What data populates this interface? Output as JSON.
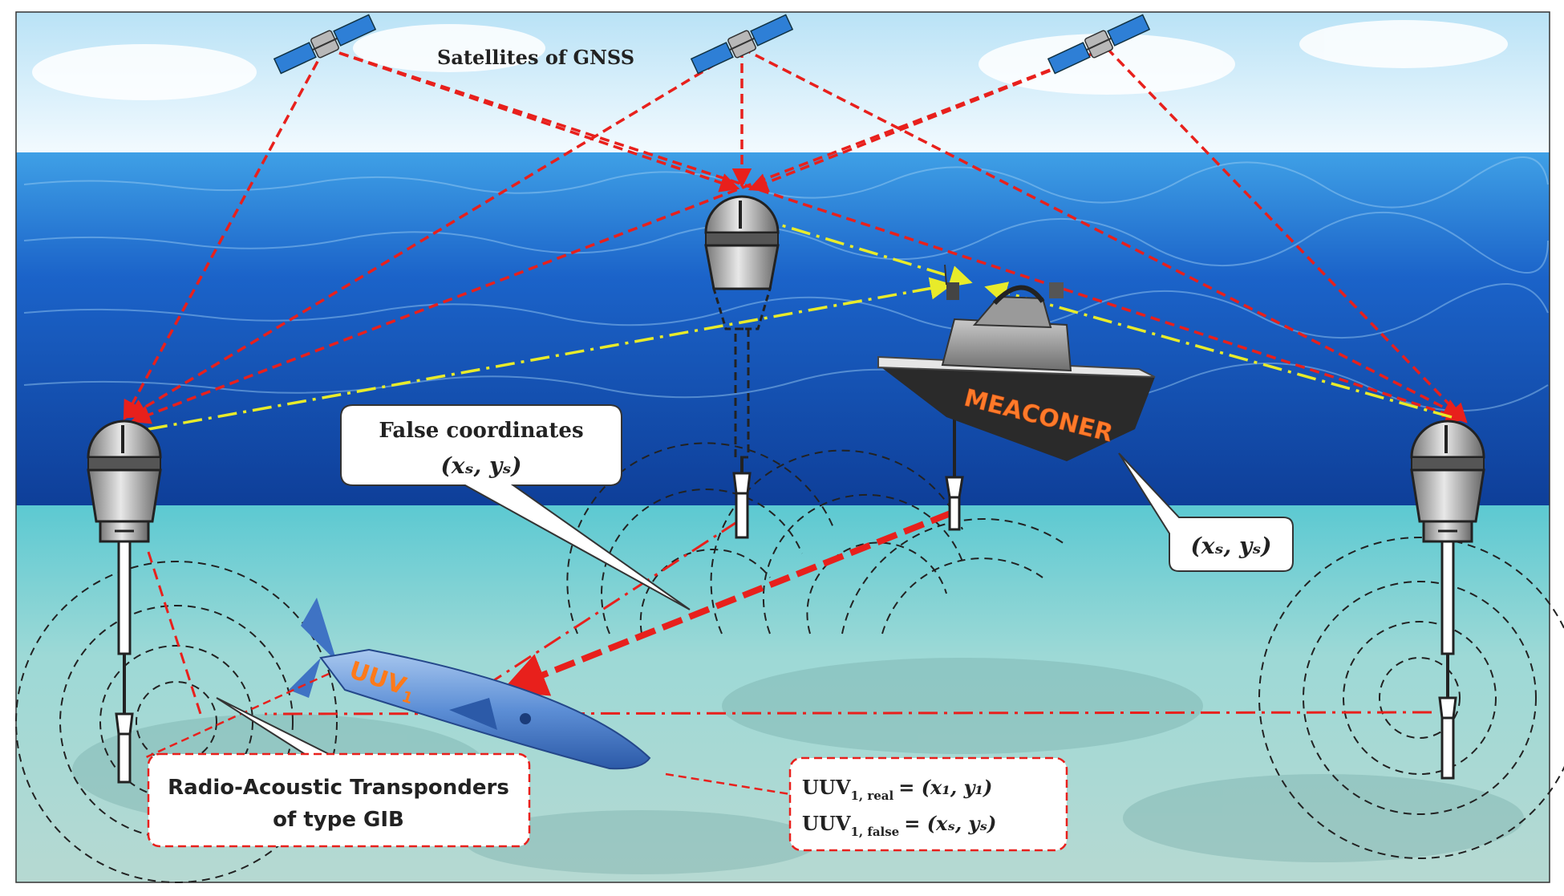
{
  "labels": {
    "satellites": "Satellites of GNSS",
    "false_coords_title": "False coordinates",
    "false_coords_value": "(xₛ, yₛ)",
    "meaconer_coords": "(xₛ, yₛ)",
    "meaconer": "MEACONER",
    "uuv": "UUV",
    "uuv_sub": "1",
    "transponders_line1": "Radio-Acoustic Transponders",
    "transponders_line2": "of type GIB",
    "uuv_real_main": "UUV",
    "uuv_real_sub": "1, real",
    "uuv_real_value": "= (x₁, y₁)",
    "uuv_false_main": "UUV",
    "uuv_false_sub": "1, false",
    "uuv_false_value": "= (xₛ, yₛ)"
  },
  "colors": {
    "gnss_link": "#e8201c",
    "acoustic_link": "#e8eb2a",
    "spoof_link": "#e8201c",
    "sky": "#dff1fb",
    "sea": "#1a63c8",
    "seabed": "#8fd2d2",
    "meaconer_text": "#ff7a2a",
    "uuv_text": "#ff7a1a"
  },
  "icons": [
    "satellite-icon",
    "buoy-icon",
    "boat-icon",
    "uuv-icon",
    "acoustic-wave-icon"
  ]
}
